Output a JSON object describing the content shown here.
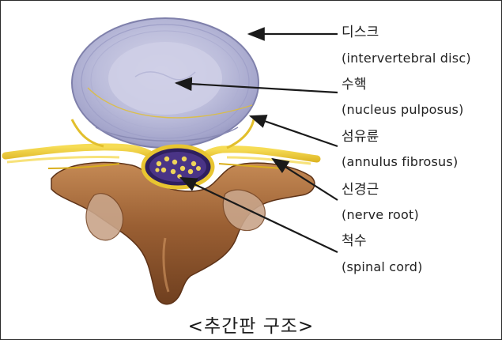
{
  "labels": [
    {
      "korean": "디스크",
      "english": "(intervertebral disc)"
    },
    {
      "korean": "수핵",
      "english": "(nucleus pulposus)"
    },
    {
      "korean": "섬유륜",
      "english": "(annulus fibrosus)"
    },
    {
      "korean": "신경근",
      "english": "(nerve root)"
    },
    {
      "korean": "척수",
      "english": "(spinal cord)"
    }
  ],
  "caption": "<추간판 구조>",
  "colors": {
    "disc": "#a8a9cf",
    "nucleus": "#c2c3e0",
    "bone": "#9c6235",
    "nerve": "#e8c530",
    "spinal_cord": "#3a2670",
    "arrow": "#1a1a1a"
  }
}
